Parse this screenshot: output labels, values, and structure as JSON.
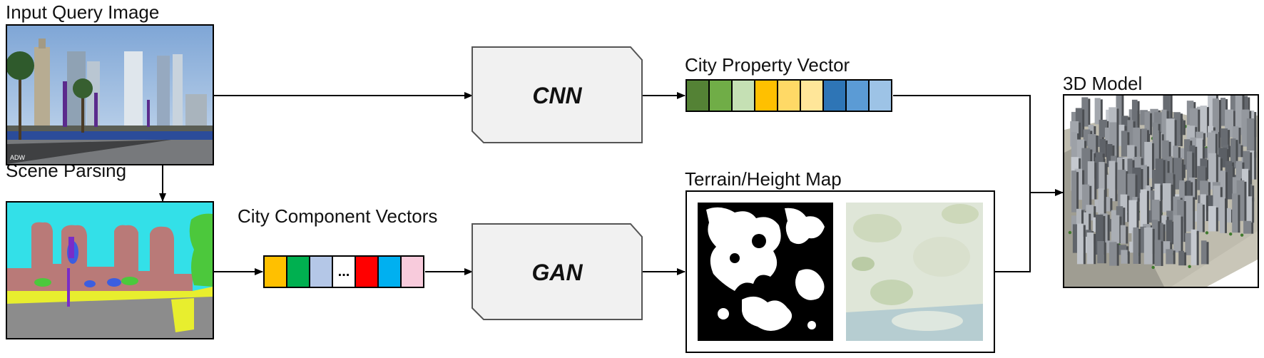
{
  "labels": {
    "input_query_image": "Input Query Image",
    "scene_parsing": "Scene Parsing",
    "city_component_vectors": "City Component Vectors",
    "city_property_vector": "City Property Vector",
    "terrain_height_map": "Terrain/Height Map",
    "model_3d": "3D Model"
  },
  "processors": {
    "cnn": "CNN",
    "gan": "GAN"
  },
  "input_image_watermark": "ADW",
  "city_property_vector_colors": [
    "#548235",
    "#70ad47",
    "#c5e0b4",
    "#ffc000",
    "#ffd966",
    "#ffe699",
    "#2e75b6",
    "#5b9bd5",
    "#9dc3e6"
  ],
  "city_component_vector": {
    "colors": [
      "#ffc000",
      "#00b050",
      "#b4c7e7",
      "#ffffff",
      "#ff0000",
      "#00b0f0",
      "#f8cbdc"
    ],
    "ellipsis": "..."
  },
  "scene_colors": {
    "sky": "#33e0e8",
    "building": "#b97a78",
    "road": "#8c8c8c",
    "sidewalk": "#e8ee2e",
    "vegetation": "#4cc83c",
    "person": "#7a2cc8",
    "car": "#3c5ee0"
  }
}
